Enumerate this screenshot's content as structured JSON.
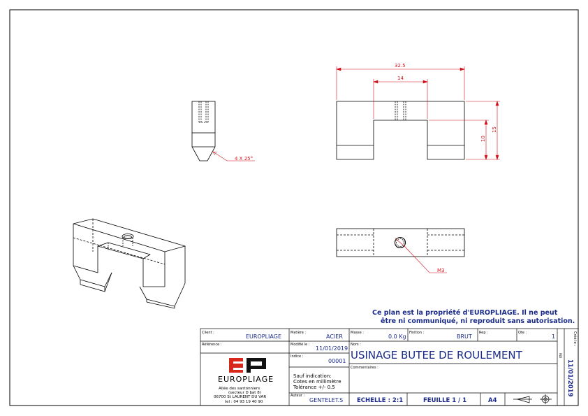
{
  "colors": {
    "dimension": "#d0101a",
    "text_blue": "#1a2a8a",
    "logo_red": "#d8281c"
  },
  "dimensions": {
    "overall_width": "32.5",
    "slot_width": "14",
    "overall_height": "15",
    "slot_depth": "10",
    "chamfer": "4 X 25°",
    "thread": "M3"
  },
  "notice": {
    "line1": "Ce plan est la propriété d'EUROPLIAGE. Il ne peut",
    "line2": "être ni communiqué, ni reproduit sans autorisation."
  },
  "title_block": {
    "client_label": "Client :",
    "client": "EUROPLIAGE",
    "reference_label": "Référence :",
    "matiere_label": "Matière :",
    "matiere": "ACIER",
    "masse_label": "Masse :",
    "masse": "0.0 Kg",
    "finition_label": "Finition :",
    "finition": "BRUT",
    "rep_label": "Rep :",
    "qte_label": "Qte :",
    "qte": "1",
    "modifie_label": "Modifié le :",
    "modifie": "11/01/2019",
    "indice_label": "Indice :",
    "indice": "00001",
    "nom_label": "Nom :",
    "nom": "USINAGE BUTEE DE ROULEMENT",
    "commentaires_label": "Commentaires :",
    "tolerance_line1": "Sauf indication:",
    "tolerance_line2": "Cotes en millimètre",
    "tolerance_line3": "Tolérance +/- 0.5",
    "auteur_label": "Auteur :",
    "auteur": "GENTELET.S",
    "echelle": "ECHELLE : 2:1",
    "feuille": "FEUILLE  1 / 1",
    "format": "A4",
    "creation_label": "Créé le :",
    "creation_date": "11/01/2019",
    "side_code": "IND"
  },
  "company": {
    "logo_text": "EP",
    "name": "EUROPLIAGE",
    "address1": "Allée des santonniers",
    "address2": "(secteur D bat 8)",
    "address3": "06700 St LAURENT DU VAR",
    "phone": "tel : 04 93 19 40 90"
  }
}
